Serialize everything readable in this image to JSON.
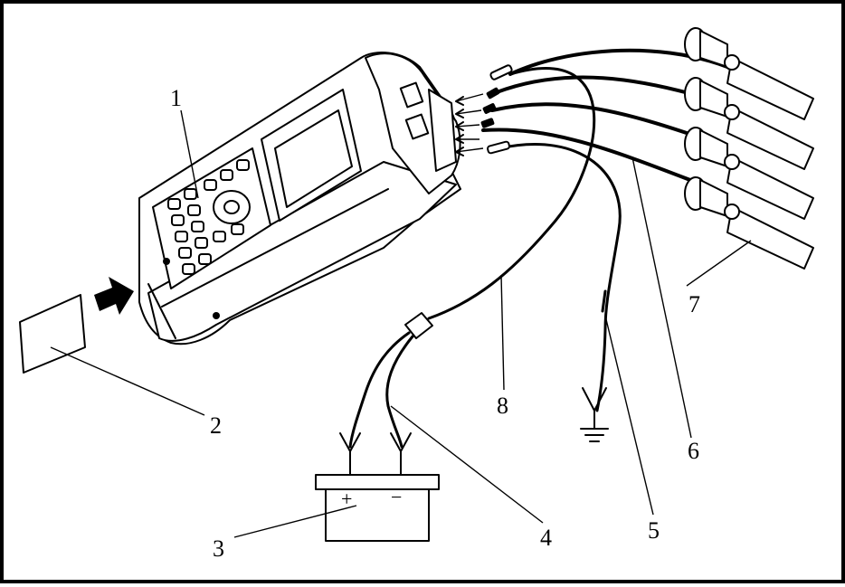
{
  "callouts": {
    "c1": "1",
    "c2": "2",
    "c3": "3",
    "c4": "4",
    "c5": "5",
    "c6": "6",
    "c7": "7",
    "c8": "8"
  },
  "battery": {
    "plus": "+",
    "minus": "−"
  }
}
